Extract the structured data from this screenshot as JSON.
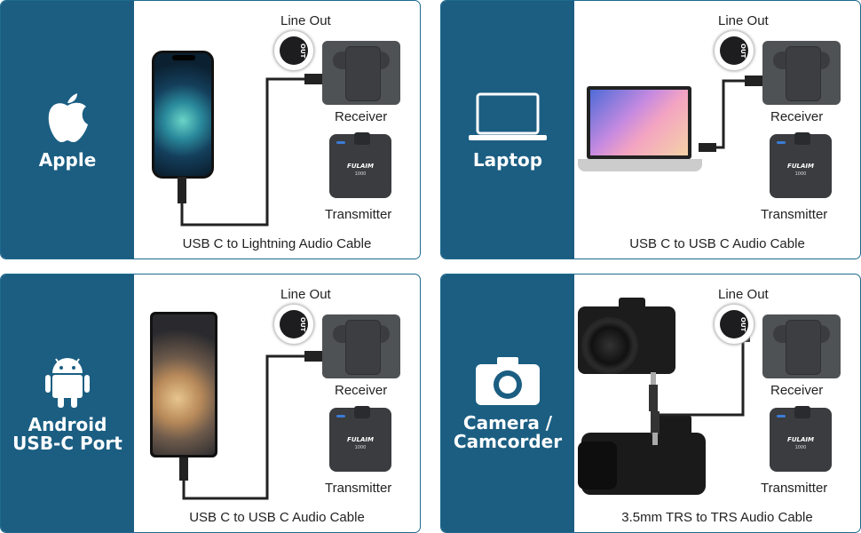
{
  "panels": [
    {
      "side_label": "Apple",
      "icon": "apple-icon",
      "caption": "USB C to Lightning Audio Cable"
    },
    {
      "side_label": "Laptop",
      "icon": "laptop-icon",
      "caption": "USB C to USB C Audio Cable"
    },
    {
      "side_label": "Android\nUSB-C Port",
      "icon": "android-icon",
      "caption": "USB C to USB C Audio Cable"
    },
    {
      "side_label": "Camera /\nCamcorder",
      "icon": "camera-icon",
      "caption": "3.5mm TRS to TRS Audio Cable"
    }
  ],
  "labels": {
    "line_out": "Line Out",
    "receiver": "Receiver",
    "transmitter": "Transmitter",
    "out": "OUT",
    "brand": "FULAIM",
    "model": "1000"
  },
  "colors": {
    "side": "#1b5e82",
    "border": "#1e6a8e"
  }
}
